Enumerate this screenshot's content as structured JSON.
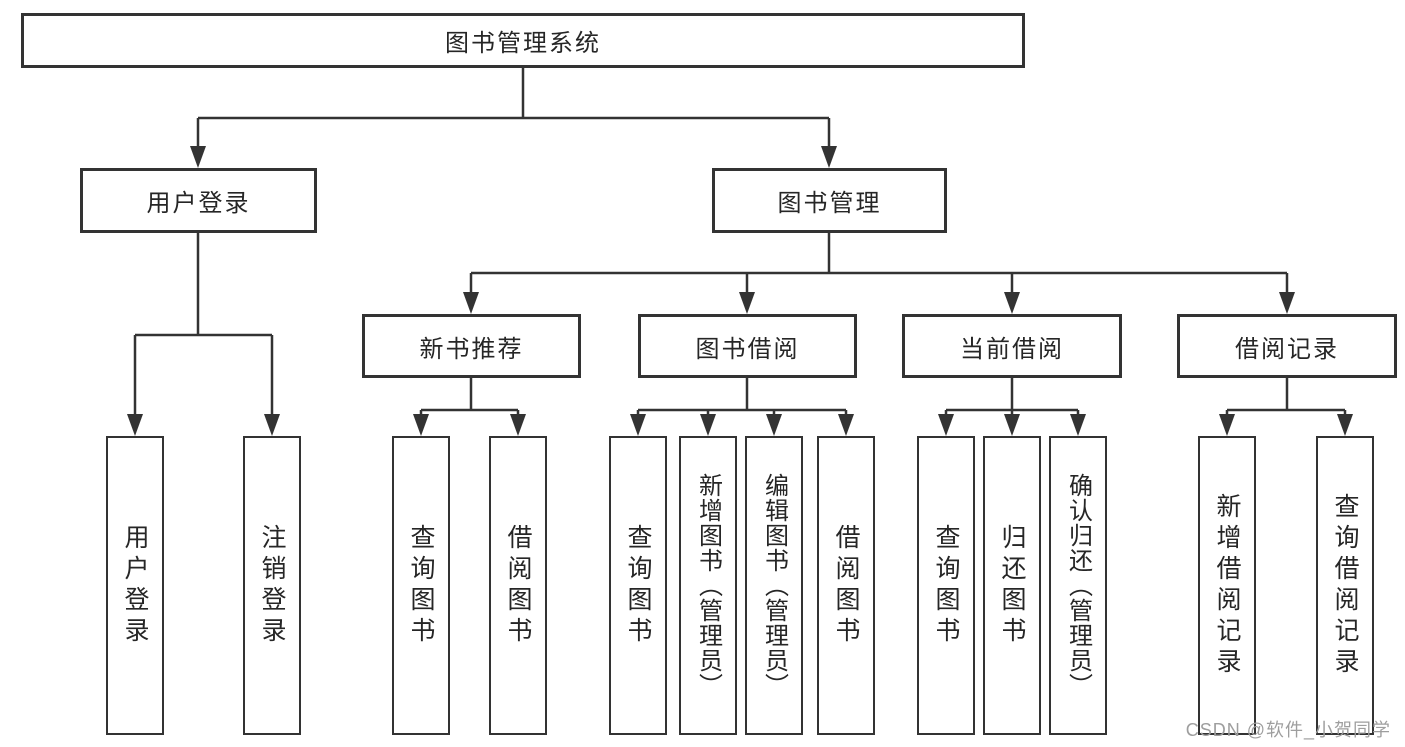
{
  "diagram": {
    "root": {
      "label": "图书管理系统",
      "children": [
        {
          "label": "用户登录",
          "children": [
            {
              "label": "用户登录"
            },
            {
              "label": "注销登录"
            }
          ]
        },
        {
          "label": "图书管理",
          "children": [
            {
              "label": "新书推荐",
              "children": [
                {
                  "label": "查询图书"
                },
                {
                  "label": "借阅图书"
                }
              ]
            },
            {
              "label": "图书借阅",
              "children": [
                {
                  "label": "查询图书"
                },
                {
                  "label": "新增图书（管理员）"
                },
                {
                  "label": "编辑图书（管理员）"
                },
                {
                  "label": "借阅图书"
                }
              ]
            },
            {
              "label": "当前借阅",
              "children": [
                {
                  "label": "查询图书"
                },
                {
                  "label": "归还图书"
                },
                {
                  "label": "确认归还（管理员）"
                }
              ]
            },
            {
              "label": "借阅记录",
              "children": [
                {
                  "label": "新增借阅记录"
                },
                {
                  "label": "查询借阅记录"
                }
              ]
            }
          ]
        }
      ]
    }
  },
  "watermark": {
    "text": "CSDN @软件_小贺同学"
  },
  "colors": {
    "line": "#333333",
    "border": "#333333",
    "text": "#262626",
    "watermark": "#9e9e9e",
    "background": "#ffffff"
  }
}
